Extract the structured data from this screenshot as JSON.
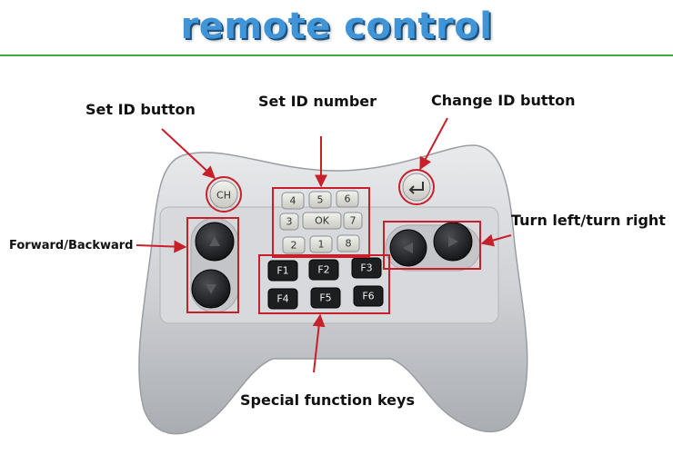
{
  "title": "remote control",
  "labels": {
    "set_id_button": "Set ID button",
    "set_id_number": "Set ID number",
    "change_id_button": "Change ID button",
    "forward_backward": "Forward/Backward",
    "turn_left_right": "Turn left/turn right",
    "special_function_keys": "Special function keys"
  },
  "keys": {
    "ch": "CH",
    "enter_icon": "return-arrow-icon",
    "number_keys": [
      "4",
      "5",
      "6",
      "3",
      "OK",
      "7",
      "2",
      "1",
      "8"
    ],
    "function_keys": [
      "F1",
      "F2",
      "F3",
      "F4",
      "F5",
      "F6"
    ],
    "direction_icons": [
      "triangle-up-icon",
      "triangle-down-icon",
      "triangle-left-icon",
      "triangle-right-icon"
    ]
  },
  "colors": {
    "title": "#3f95d8",
    "divider": "#3daa3d",
    "annotation": "#c8202a",
    "body": "#cfd1d5"
  }
}
